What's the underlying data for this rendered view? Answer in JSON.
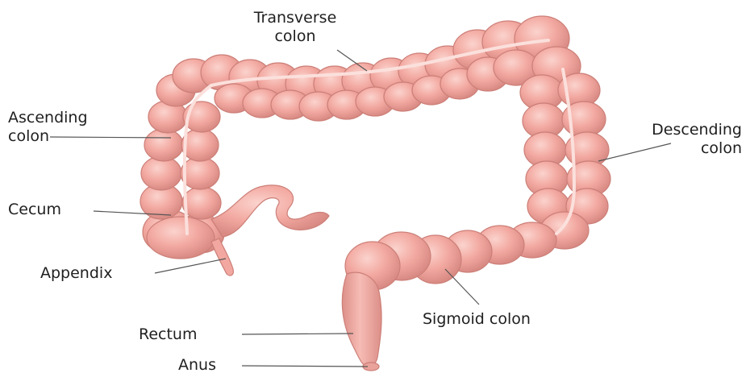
{
  "labels": {
    "transverse_line1": "Transverse",
    "transverse_line2": "colon",
    "ascending_line1": "Ascending",
    "ascending_line2": "colon",
    "descending_line1": "Descending",
    "descending_line2": "colon",
    "cecum": "Cecum",
    "appendix": "Appendix",
    "sigmoid": "Sigmoid colon",
    "rectum": "Rectum",
    "anus": "Anus"
  },
  "colors": {
    "tissue_fill": "#f2a8a0",
    "tissue_light": "#f8c6bf",
    "tissue_dark": "#d9857d",
    "band": "#fbe0dc",
    "leader": "#555555",
    "text": "#1f1f1f"
  }
}
